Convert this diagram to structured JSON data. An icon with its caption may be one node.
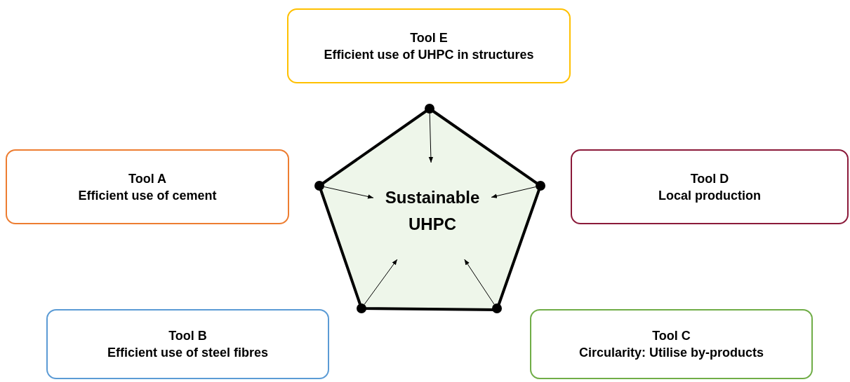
{
  "diagram": {
    "nodes": [
      {
        "text": [
          "Tool E",
          "Efficient use of UHPC in structures"
        ]
      },
      {
        "text": [],
        "shape": "circle"
      },
      {
        "text": [
          "Tool A",
          "Efficient use of cement"
        ]
      },
      {
        "text": [
          "Tool D",
          "Local production"
        ]
      },
      {
        "text": [],
        "shape": "pentagon"
      },
      {
        "text": [
          "Sustainable UHPC"
        ],
        "in": 4
      },
      {
        "text": [],
        "shape": "circle"
      },
      {
        "text": [],
        "shape": "circle"
      },
      {
        "text": [],
        "shape": "circle"
      },
      {
        "text": [],
        "shape": "circle"
      },
      {
        "text": [
          "Tool B",
          "Efficient use of steel fibres"
        ]
      },
      {
        "text": [
          "Tool C",
          "Circularity: Utilise by-products"
        ]
      }
    ],
    "edges": [
      {
        "from": 1,
        "to": 5,
        "arrow": "to"
      },
      {
        "from": 6,
        "to": 5,
        "arrow": "to"
      },
      {
        "from": 7,
        "to": 5,
        "arrow": "to"
      },
      {
        "from": 8,
        "to": 5,
        "arrow": "to"
      },
      {
        "from": 9,
        "to": 5,
        "arrow": "to"
      }
    ]
  }
}
